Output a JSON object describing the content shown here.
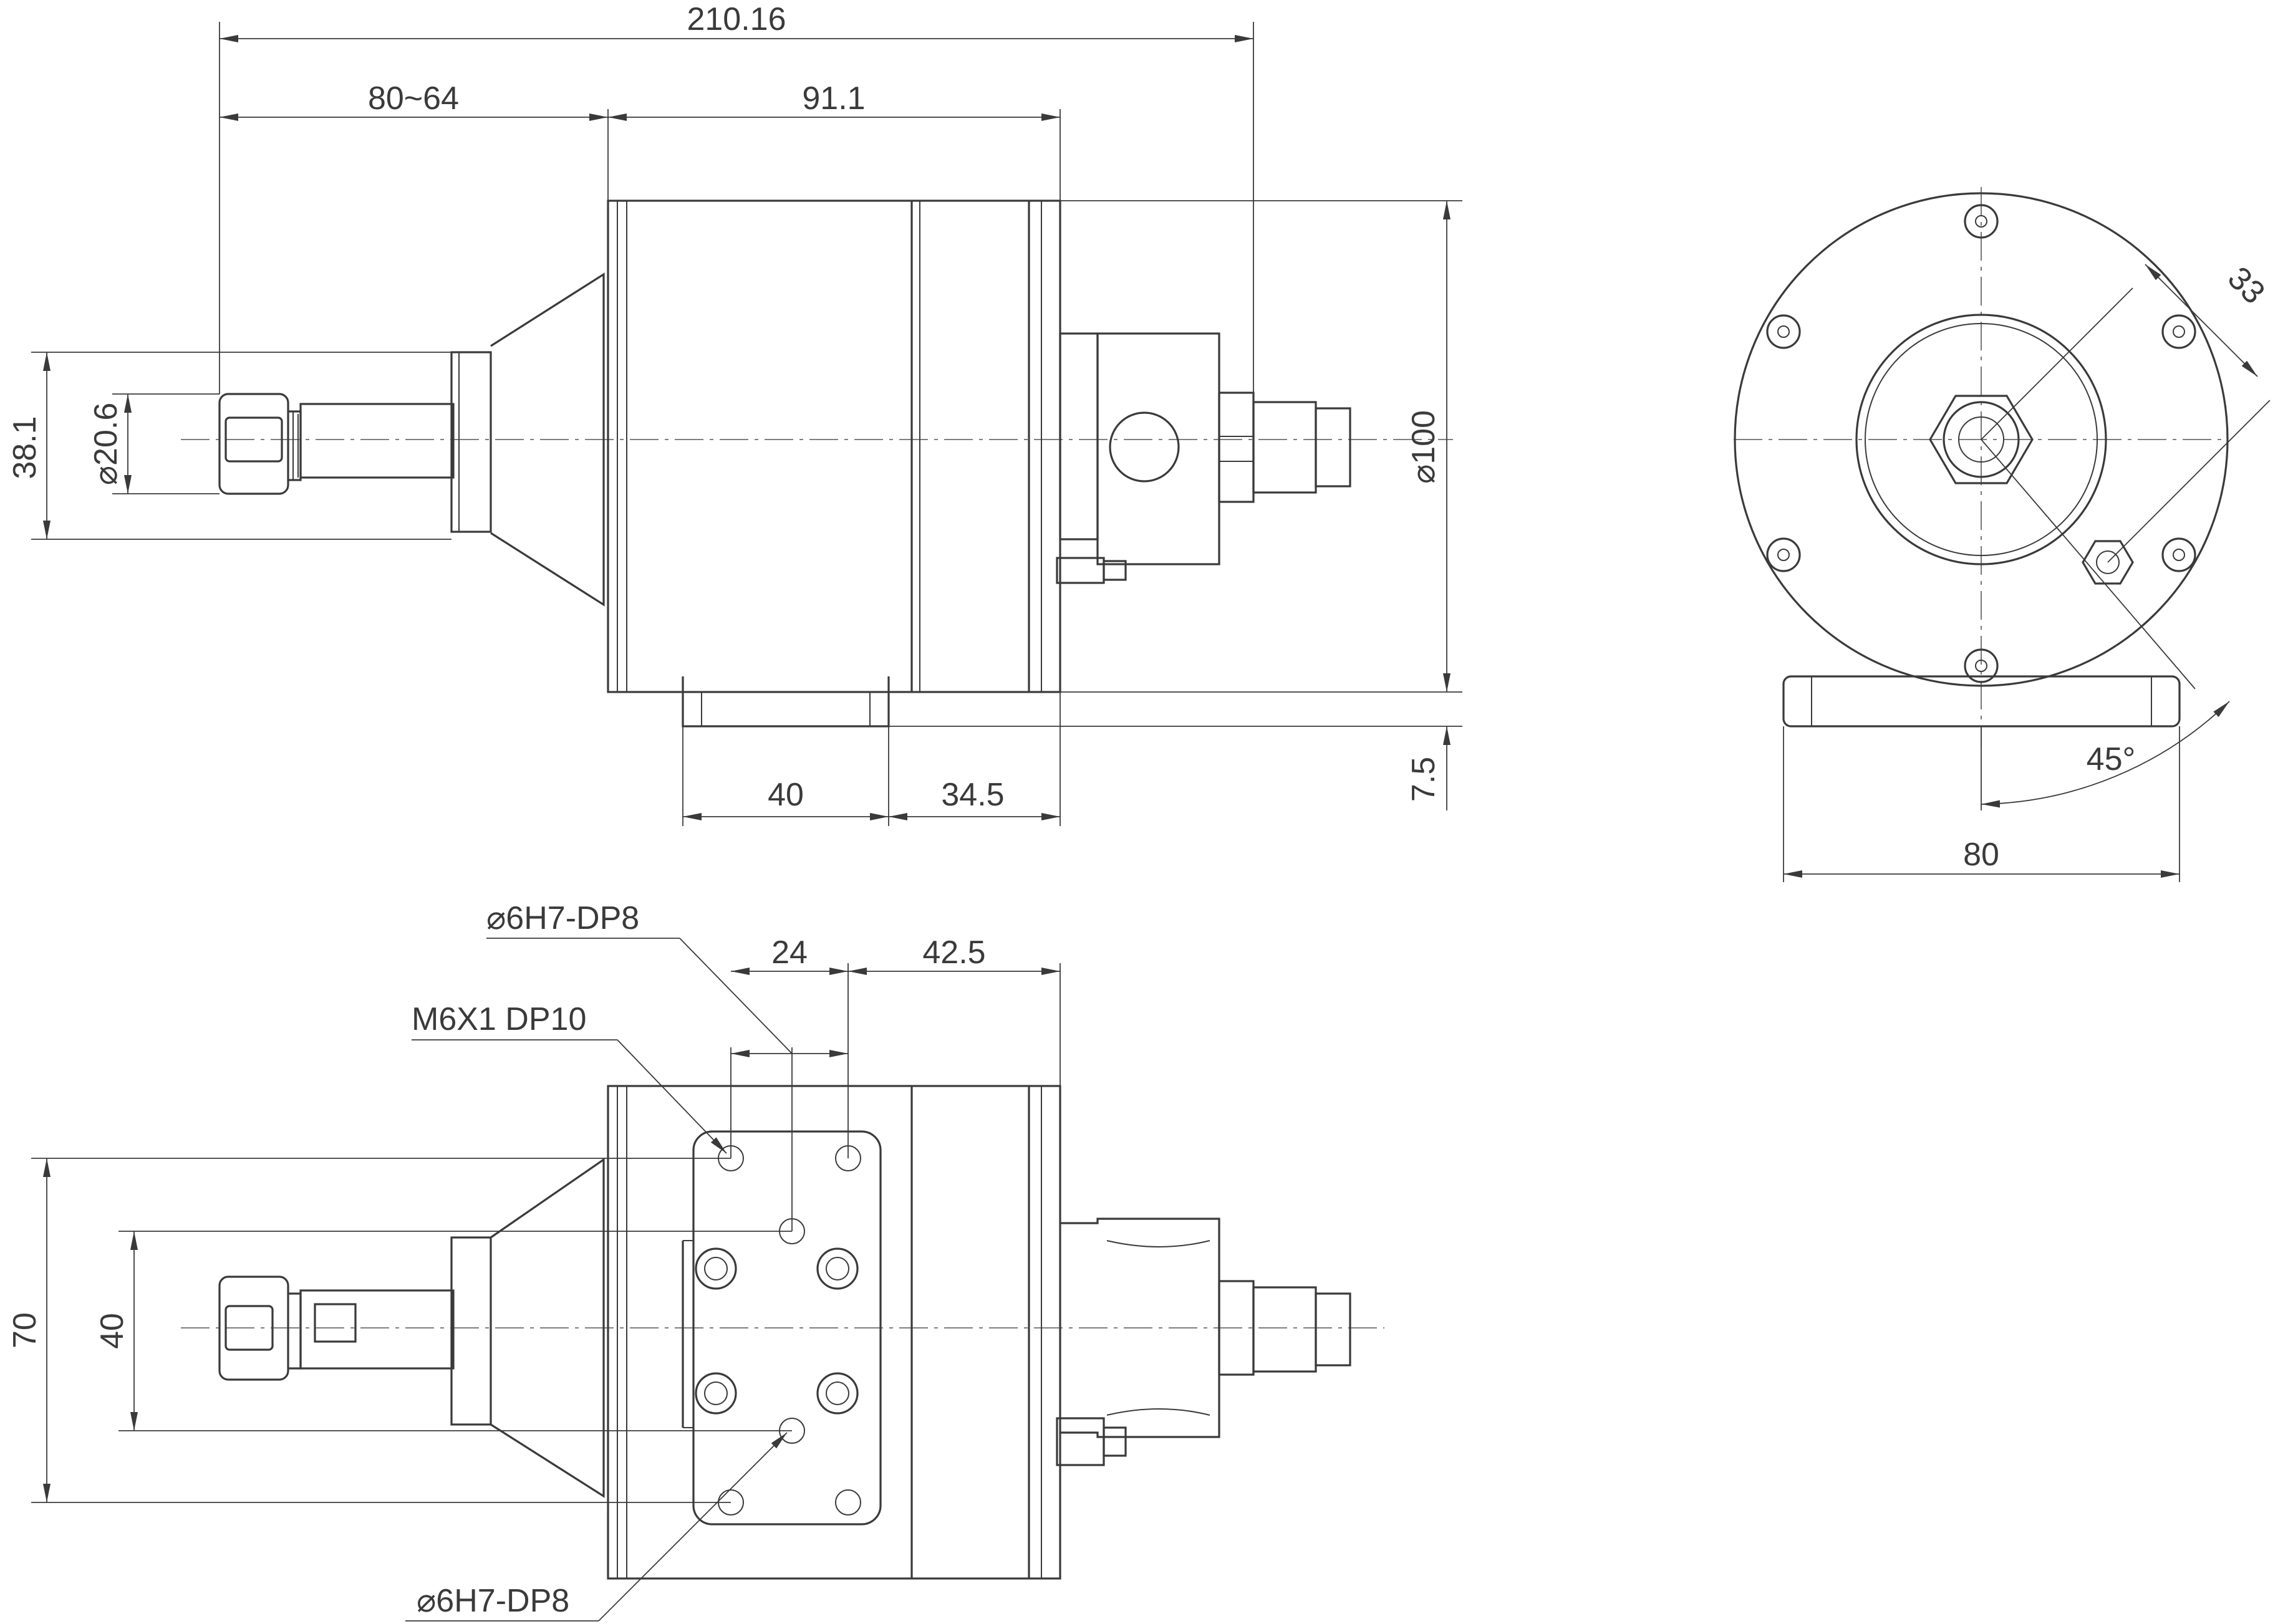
{
  "dimensions": {
    "overall_length": "210.16",
    "stroke_range": "80~64",
    "body_length": "91.1",
    "height_38": "38.1",
    "diameter_20": "⌀20.6",
    "diameter_100": "⌀100",
    "foot_thickness": "7.5",
    "foot_40": "40",
    "foot_34": "34.5",
    "angle_45": "45°",
    "radius_33": "33",
    "base_width": "80",
    "hole_spacing_24": "24",
    "hole_offset_42": "42.5",
    "height_70": "70",
    "height_40": "40"
  },
  "callouts": {
    "pin_hole_top": "⌀6H7-DP8",
    "thread_hole": "M6X1 DP10",
    "pin_hole_bottom": "⌀6H7-DP8"
  }
}
